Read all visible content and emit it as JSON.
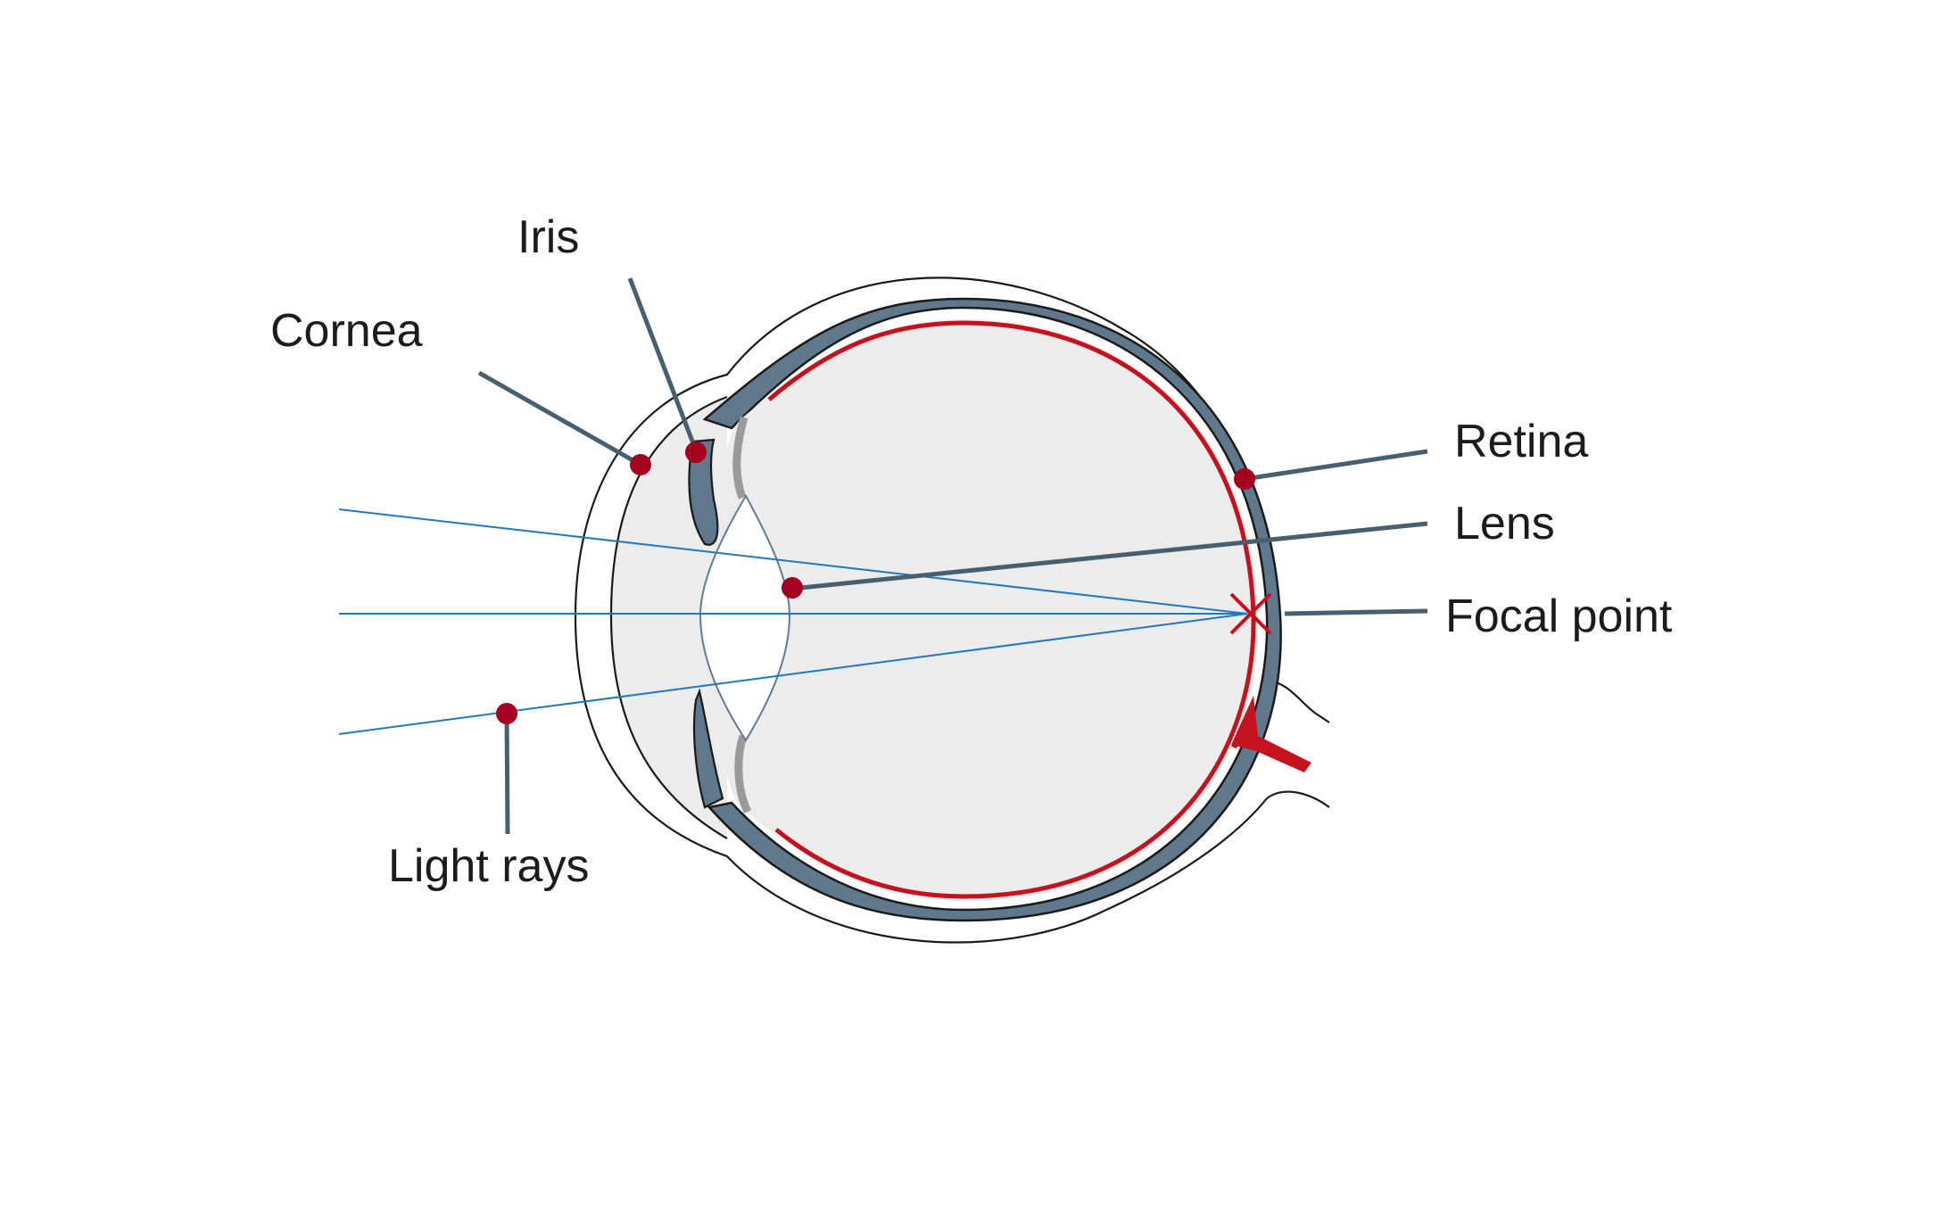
{
  "labels": {
    "iris": "Iris",
    "cornea": "Cornea",
    "retina": "Retina",
    "lens": "Lens",
    "focal_point": "Focal point",
    "light_rays": "Light rays"
  },
  "colors": {
    "leader": "#485f70",
    "dot": "#a60020",
    "retina": "#c4121f",
    "choroid": "#5f788b",
    "interior": "#ececec",
    "ray": "#1f78c1",
    "outline": "#1a1a1a",
    "lens_outline": "#5f7c93",
    "ligament": "#9a9a9a"
  }
}
